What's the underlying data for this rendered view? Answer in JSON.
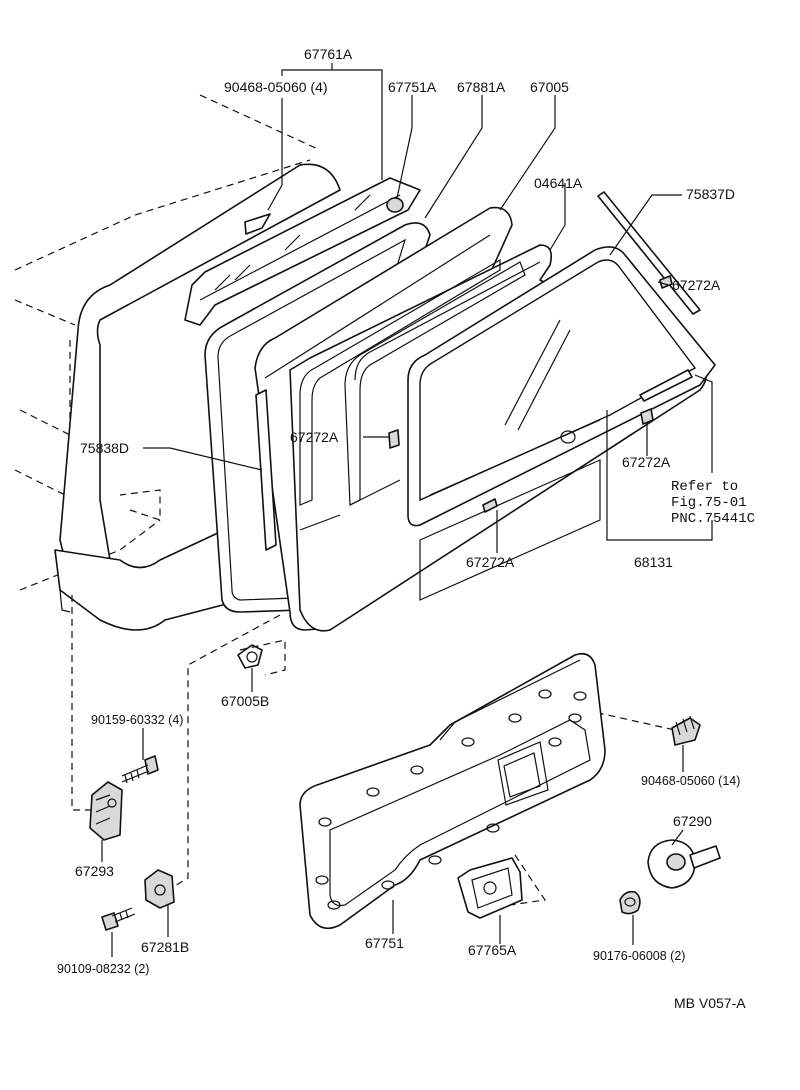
{
  "labels": {
    "p67761A": "67761A",
    "p90468_05060_4": "90468-05060 (4)",
    "p67751A": "67751A",
    "p67881A": "67881A",
    "p67005": "67005",
    "p04641A": "04641A",
    "p75837D": "75837D",
    "p67272A_top": "67272A",
    "p75838D": "75838D",
    "p67272A_left": "67272A",
    "p67272A_right": "67272A",
    "p67272A_bottom": "67272A",
    "ref_line1": "Refer to",
    "ref_line2": "Fig.75-01",
    "ref_line3": "PNC.75441C",
    "p68131": "68131",
    "p67005B": "67005B",
    "p90159_60332_4": "90159-60332 (4)",
    "p67293": "67293",
    "p67281B": "67281B",
    "p90109_08232_2": "90109-08232 (2)",
    "p90468_05060_14": "90468-05060 (14)",
    "p67290": "67290",
    "p67751": "67751",
    "p67765A": "67765A",
    "p90176_06008_2": "90176-06008 (2)",
    "diagram_code": "MB V057-A"
  }
}
